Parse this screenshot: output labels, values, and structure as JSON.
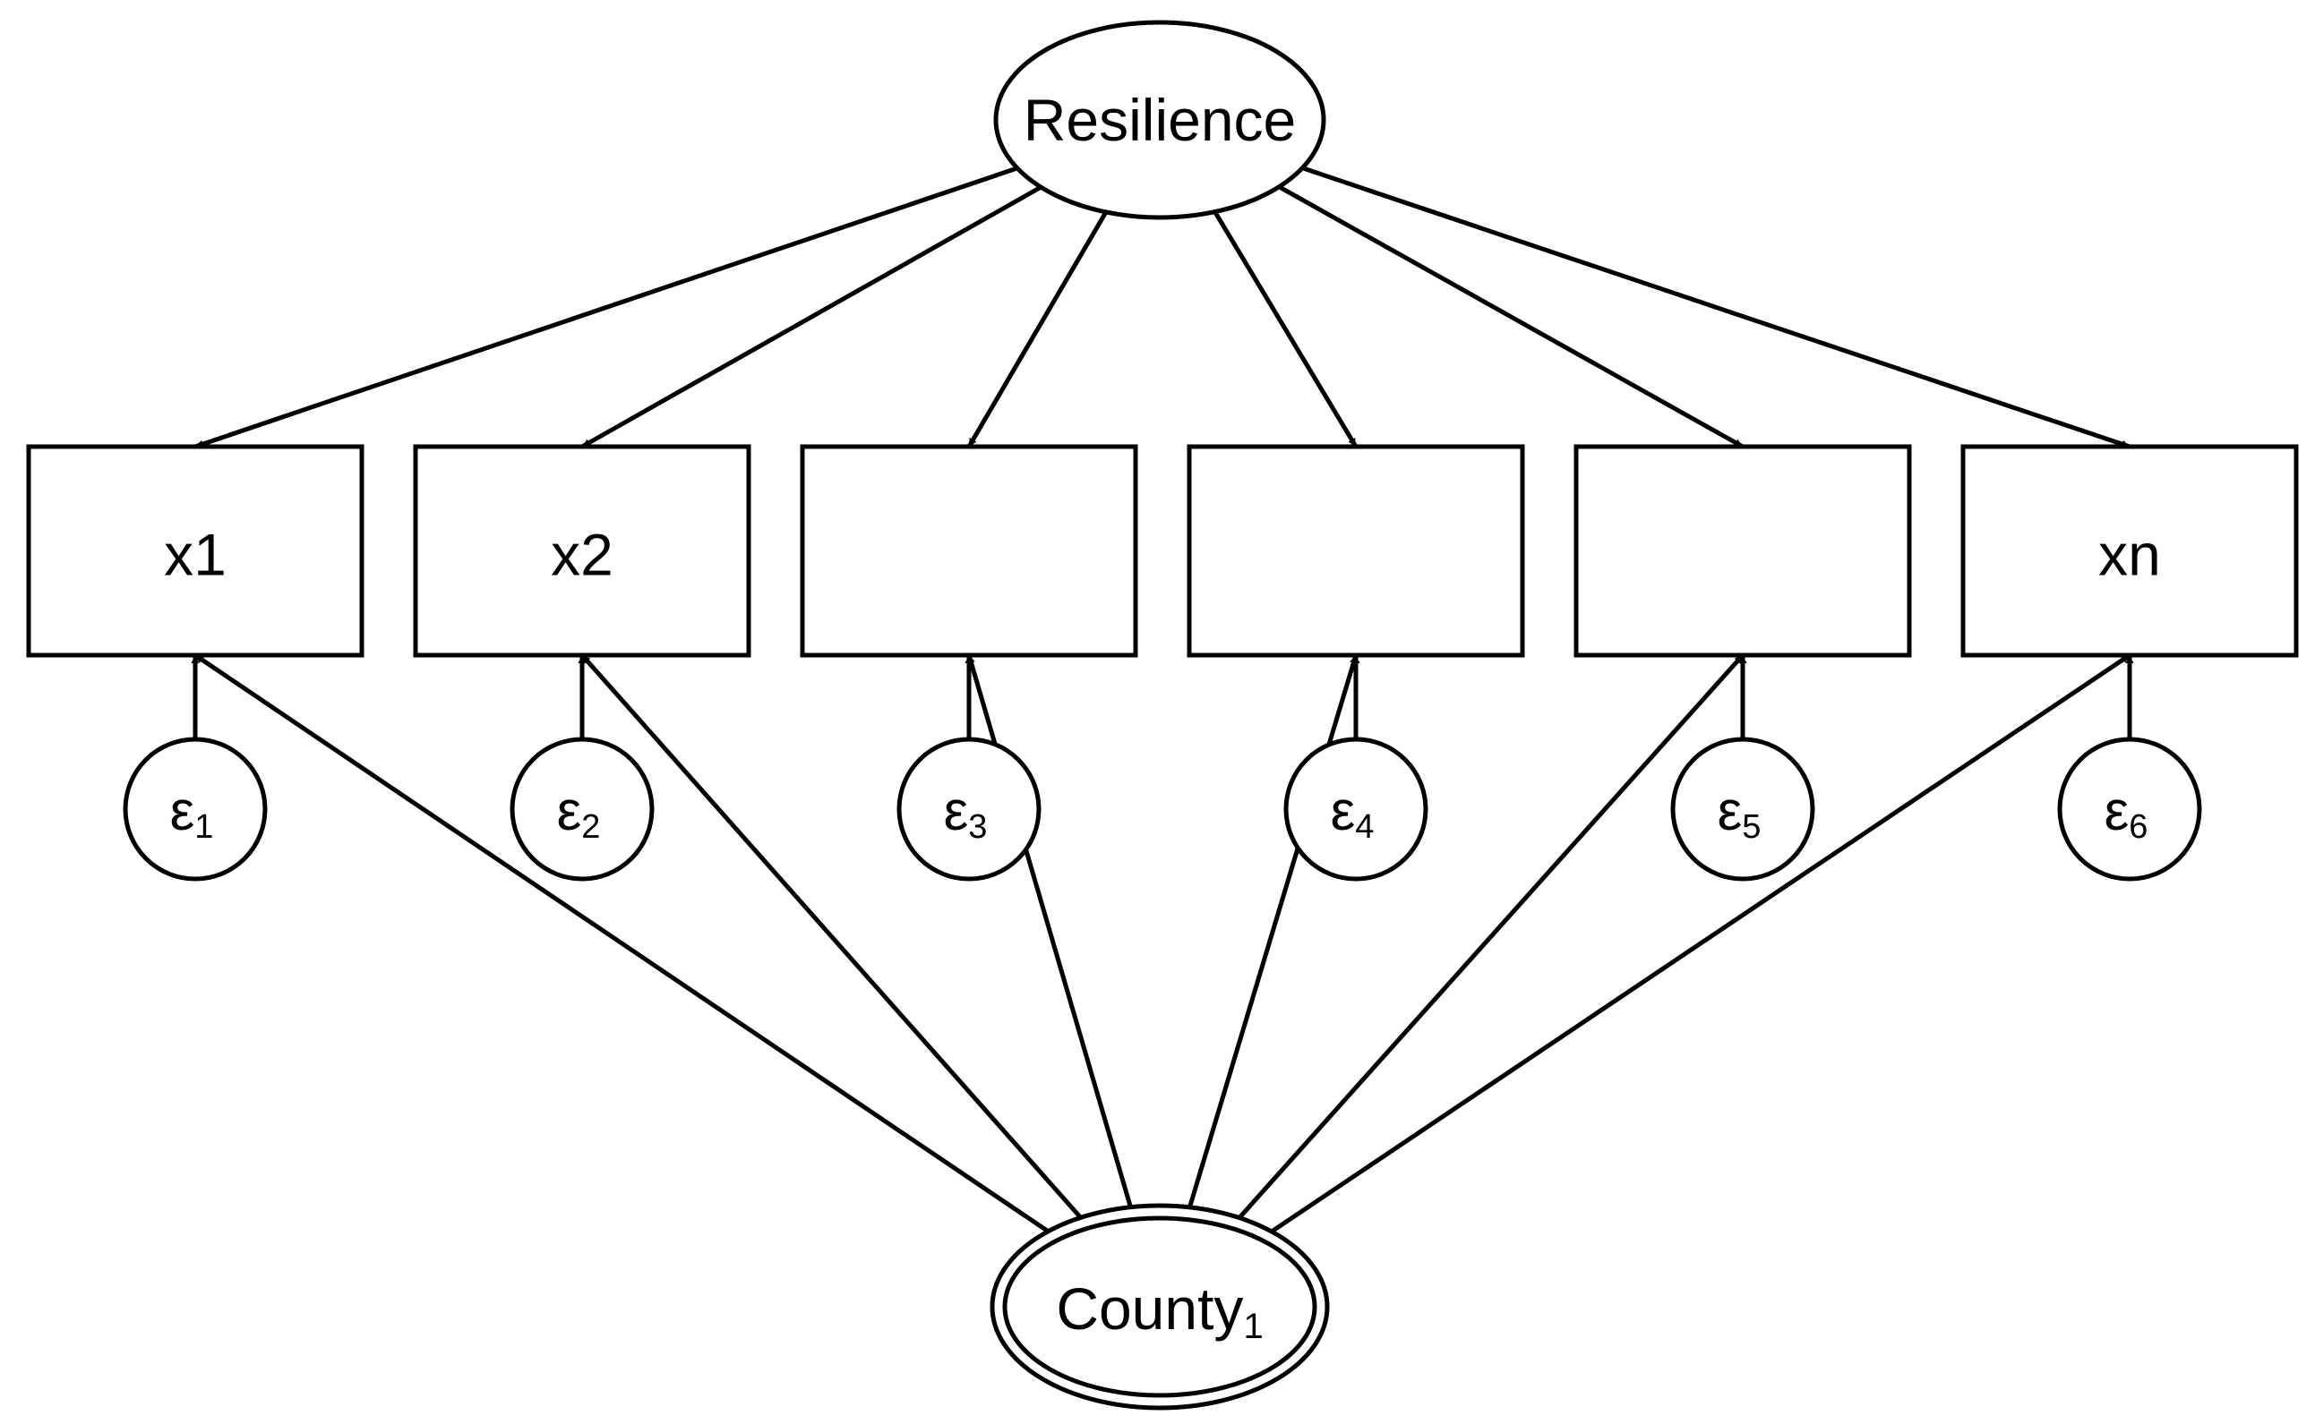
{
  "latent_top": {
    "label": "Resilience"
  },
  "latent_bottom": {
    "label": "County",
    "subscript": "1"
  },
  "indicators": [
    {
      "label": "x1"
    },
    {
      "label": "x2"
    },
    {
      "label": ""
    },
    {
      "label": ""
    },
    {
      "label": ""
    },
    {
      "label": "xn"
    }
  ],
  "errors": [
    {
      "symbol": "ε",
      "subscript": "1"
    },
    {
      "symbol": "ε",
      "subscript": "2"
    },
    {
      "symbol": "ε",
      "subscript": "3"
    },
    {
      "symbol": "ε",
      "subscript": "4"
    },
    {
      "symbol": "ε",
      "subscript": "5"
    },
    {
      "symbol": "ε",
      "subscript": "6"
    }
  ]
}
